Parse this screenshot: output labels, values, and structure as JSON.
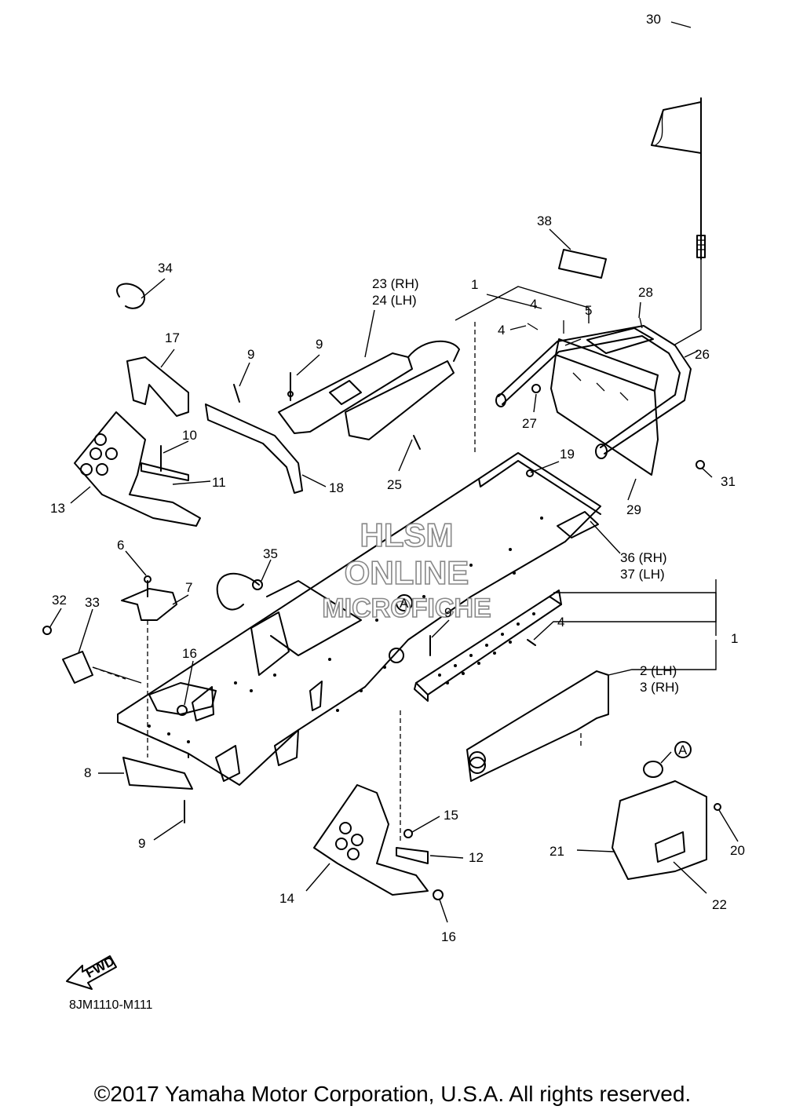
{
  "diagram": {
    "callouts": {
      "p1_top": "1",
      "p4_a": "4",
      "p4_b": "4",
      "p5": "5",
      "p28": "28",
      "p38": "38",
      "p30": "30",
      "p26": "26",
      "p27": "27",
      "p31": "31",
      "p29": "29",
      "p23": "23 (RH)",
      "p24": "24 (LH)",
      "p25": "25",
      "p19": "19",
      "p36": "36 (RH)",
      "p37": "37 (LH)",
      "p34": "34",
      "p17": "17",
      "p9_a": "9",
      "p9_b": "9",
      "p10": "10",
      "p11": "11",
      "p13": "13",
      "p18": "18",
      "p6": "6",
      "p7": "7",
      "p35": "35",
      "p32": "32",
      "p33": "33",
      "p16_a": "16",
      "p9_c": "9",
      "p4_c": "4",
      "p1_right": "1",
      "p2": "2 (LH)",
      "p3": "3 (RH)",
      "p8": "8",
      "p9_d": "9",
      "p15": "15",
      "p12": "12",
      "p14": "14",
      "p16_b": "16",
      "p21": "21",
      "p22": "22",
      "p20": "20",
      "ref_a_frame": "A",
      "ref_a_cover": "A"
    },
    "watermark": [
      "HLSM",
      "ONLINE",
      "MICROFICHE"
    ],
    "fwd_label": "FWD",
    "diagram_code": "8JM1110-M111"
  },
  "footer": {
    "copyright": "©2017 Yamaha Motor Corporation, U.S.A. All rights reserved."
  }
}
